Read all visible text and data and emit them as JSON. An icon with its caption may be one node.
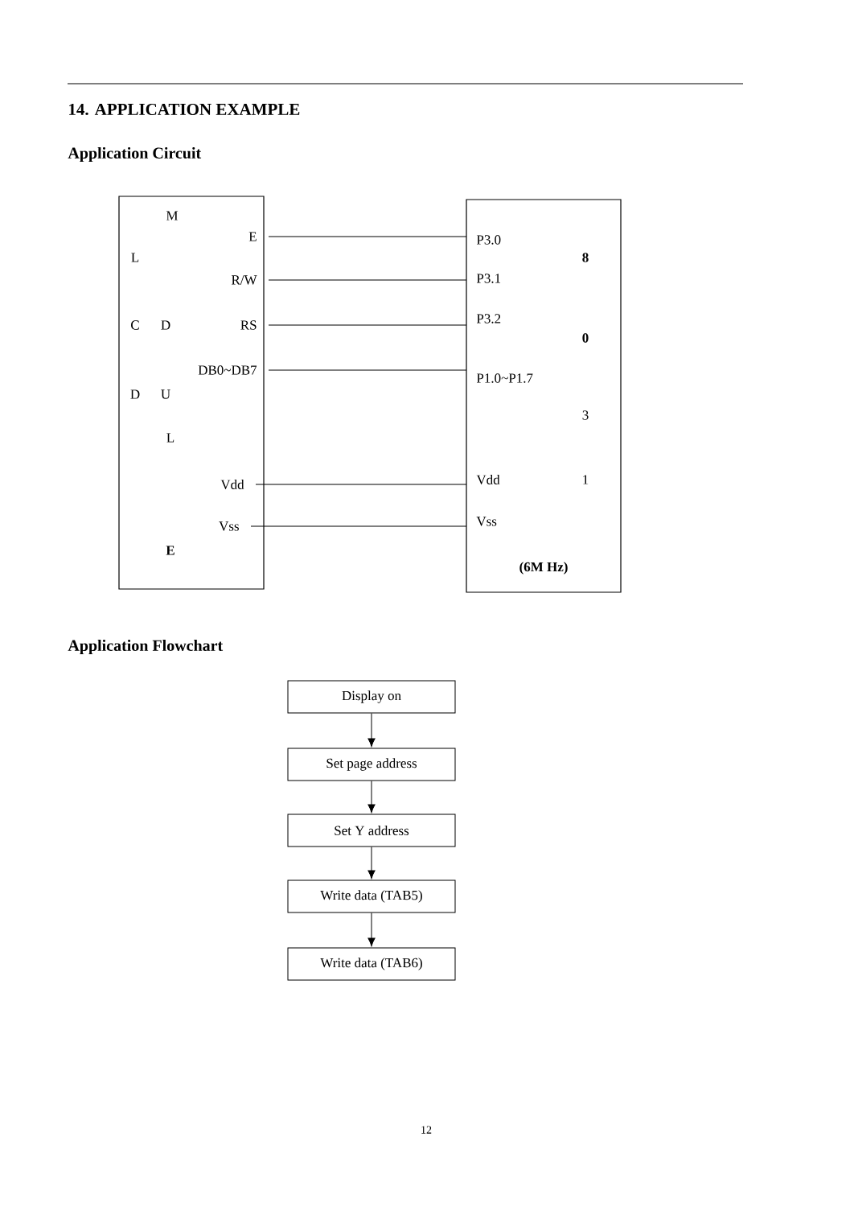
{
  "diagram": {
    "title": "14. APPLICATION EXAMPLE",
    "nodes": [
      {
        "text": [],
        "shape": "box"
      },
      {
        "text": [
          "E"
        ],
        "in": 0
      },
      {
        "text": [
          "R/W"
        ],
        "in": 0
      },
      {
        "text": [
          "RS"
        ],
        "in": 0
      },
      {
        "text": [
          "DB0~DB7"
        ],
        "in": 0
      },
      {
        "text": [
          "Vdd"
        ],
        "in": 0
      },
      {
        "text": [
          "Vss"
        ],
        "in": 0
      },
      {
        "text": [],
        "shape": "box"
      },
      {
        "text": [
          "P3.0"
        ],
        "in": 7
      },
      {
        "text": [
          "P3.1"
        ],
        "in": 7
      },
      {
        "text": [
          "P3.2"
        ],
        "in": 7
      },
      {
        "text": [
          "P1.0~P1.7"
        ],
        "in": 7
      },
      {
        "text": [
          "Vdd"
        ],
        "in": 7
      },
      {
        "text": [
          "Vss"
        ],
        "in": 7
      },
      {
        "text": [
          "Display on"
        ]
      },
      {
        "text": [
          "Set page address"
        ]
      },
      {
        "text": [
          "Set Y address"
        ]
      },
      {
        "text": [
          "Write data (TAB5)"
        ]
      },
      {
        "text": [
          "Write data (TAB6)"
        ]
      }
    ],
    "edges": [
      {
        "from": 1,
        "to": 8,
        "arrow": "none"
      },
      {
        "from": 2,
        "to": 9,
        "arrow": "none"
      },
      {
        "from": 3,
        "to": 10,
        "arrow": "none"
      },
      {
        "from": 4,
        "to": 11,
        "arrow": "none"
      },
      {
        "from": 5,
        "to": 12,
        "arrow": "none"
      },
      {
        "from": 6,
        "to": 13,
        "arrow": "none"
      },
      {
        "from": 14,
        "to": 15,
        "arrow": "to"
      },
      {
        "from": 15,
        "to": 16,
        "arrow": "to"
      },
      {
        "from": 16,
        "to": 17,
        "arrow": "to"
      },
      {
        "from": 17,
        "to": 18,
        "arrow": "to"
      }
    ],
    "labels": [
      "Application Circuit",
      "M",
      "L",
      "8",
      "C",
      "D",
      "0",
      "D",
      "U",
      "L",
      "3",
      "1",
      "E",
      "(6M Hz)",
      "Application Flowchart",
      "12"
    ]
  }
}
